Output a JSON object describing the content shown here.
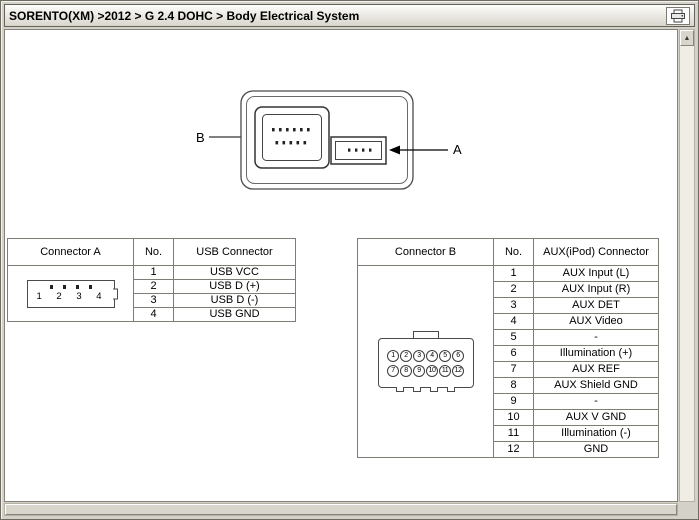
{
  "window": {
    "title": "SORENTO(XM) >2012 > G 2.4 DOHC > Body Electrical System"
  },
  "icons": {
    "scroll_up": "▲"
  },
  "diagram": {
    "label_a": "A",
    "label_b": "B"
  },
  "table_a": {
    "headers": [
      "Connector A",
      "No.",
      "USB Connector"
    ],
    "connector_pins": "1 2 3 4",
    "rows": [
      {
        "no": "1",
        "desc": "USB VCC"
      },
      {
        "no": "2",
        "desc": "USB D (+)"
      },
      {
        "no": "3",
        "desc": "USB D (-)"
      },
      {
        "no": "4",
        "desc": "USB GND"
      }
    ]
  },
  "table_b": {
    "headers": [
      "Connector B",
      "No.",
      "AUX(iPod) Connector"
    ],
    "pins_top": [
      "1",
      "2",
      "3",
      "4",
      "5",
      "6"
    ],
    "pins_bottom": [
      "7",
      "8",
      "9",
      "10",
      "11",
      "12"
    ],
    "rows": [
      {
        "no": "1",
        "desc": "AUX Input (L)"
      },
      {
        "no": "2",
        "desc": "AUX Input (R)"
      },
      {
        "no": "3",
        "desc": "AUX DET"
      },
      {
        "no": "4",
        "desc": "AUX Video"
      },
      {
        "no": "5",
        "desc": "-"
      },
      {
        "no": "6",
        "desc": "Illumination (+)"
      },
      {
        "no": "7",
        "desc": "AUX REF"
      },
      {
        "no": "8",
        "desc": "AUX Shield GND"
      },
      {
        "no": "9",
        "desc": "-"
      },
      {
        "no": "10",
        "desc": "AUX V GND"
      },
      {
        "no": "11",
        "desc": "Illumination (-)"
      },
      {
        "no": "12",
        "desc": "GND"
      }
    ]
  }
}
